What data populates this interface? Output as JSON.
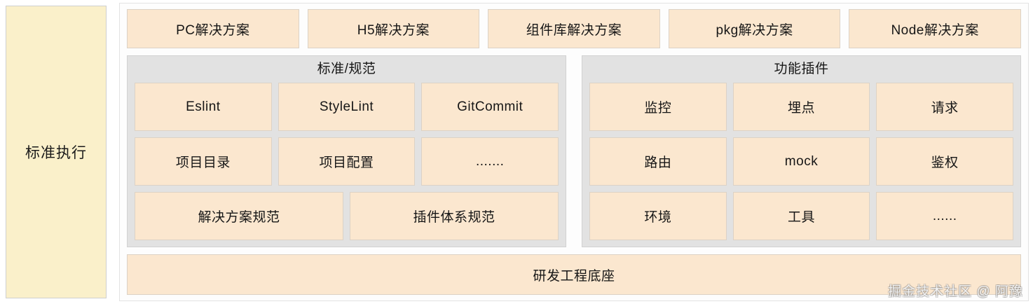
{
  "pillar": {
    "label": "标准执行"
  },
  "solutions": [
    {
      "label": "PC解决方案"
    },
    {
      "label": "H5解决方案"
    },
    {
      "label": "组件库解决方案"
    },
    {
      "label": "pkg解决方案"
    },
    {
      "label": "Node解决方案"
    }
  ],
  "groups": [
    {
      "title": "标准/规范",
      "rows": [
        [
          {
            "label": "Eslint"
          },
          {
            "label": "StyleLint"
          },
          {
            "label": "GitCommit"
          }
        ],
        [
          {
            "label": "项目目录"
          },
          {
            "label": "项目配置"
          },
          {
            "label": "......."
          }
        ],
        [
          {
            "label": "解决方案规范"
          },
          {
            "label": "插件体系规范"
          }
        ]
      ]
    },
    {
      "title": "功能插件",
      "rows": [
        [
          {
            "label": "监控"
          },
          {
            "label": "埋点"
          },
          {
            "label": "请求"
          }
        ],
        [
          {
            "label": "路由"
          },
          {
            "label": "mock"
          },
          {
            "label": "鉴权"
          }
        ],
        [
          {
            "label": "环境"
          },
          {
            "label": "工具"
          },
          {
            "label": "......"
          }
        ]
      ]
    }
  ],
  "base": {
    "label": "研发工程底座"
  },
  "watermark": {
    "text": "掘金技术社区 @ 阿豫"
  },
  "colors": {
    "box_fill": "#fbe7cf",
    "box_border": "#dcd2c6",
    "pillar_fill": "#faf0ca",
    "group_fill": "#e2e2e2",
    "frame_fill": "#fdfdfd",
    "text": "#161616"
  }
}
